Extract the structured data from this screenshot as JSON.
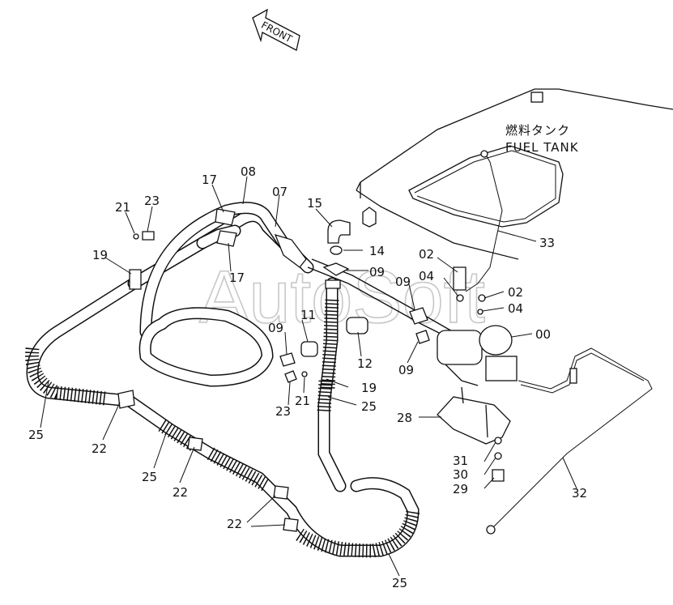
{
  "watermark": "AutoSoft",
  "front_arrow": "FRONT",
  "fuel_tank": {
    "jp": "燃料タンク",
    "en": "FUEL TANK"
  },
  "callouts": {
    "c00": "00",
    "c02a": "02",
    "c02b": "02",
    "c04a": "04",
    "c04b": "04",
    "c07": "07",
    "c08": "08",
    "c09a": "09",
    "c09b": "09",
    "c09c": "09",
    "c09d": "09",
    "c11": "11",
    "c12": "12",
    "c14": "14",
    "c15": "15",
    "c17a": "17",
    "c17b": "17",
    "c19a": "19",
    "c19b": "19",
    "c21a": "21",
    "c21b": "21",
    "c22a": "22",
    "c22b": "22",
    "c22c": "22",
    "c23a": "23",
    "c23b": "23",
    "c25a": "25",
    "c25b": "25",
    "c25c": "25",
    "c25d": "25",
    "c28": "28",
    "c29": "29",
    "c30": "30",
    "c31": "31",
    "c32": "32",
    "c33": "33"
  }
}
